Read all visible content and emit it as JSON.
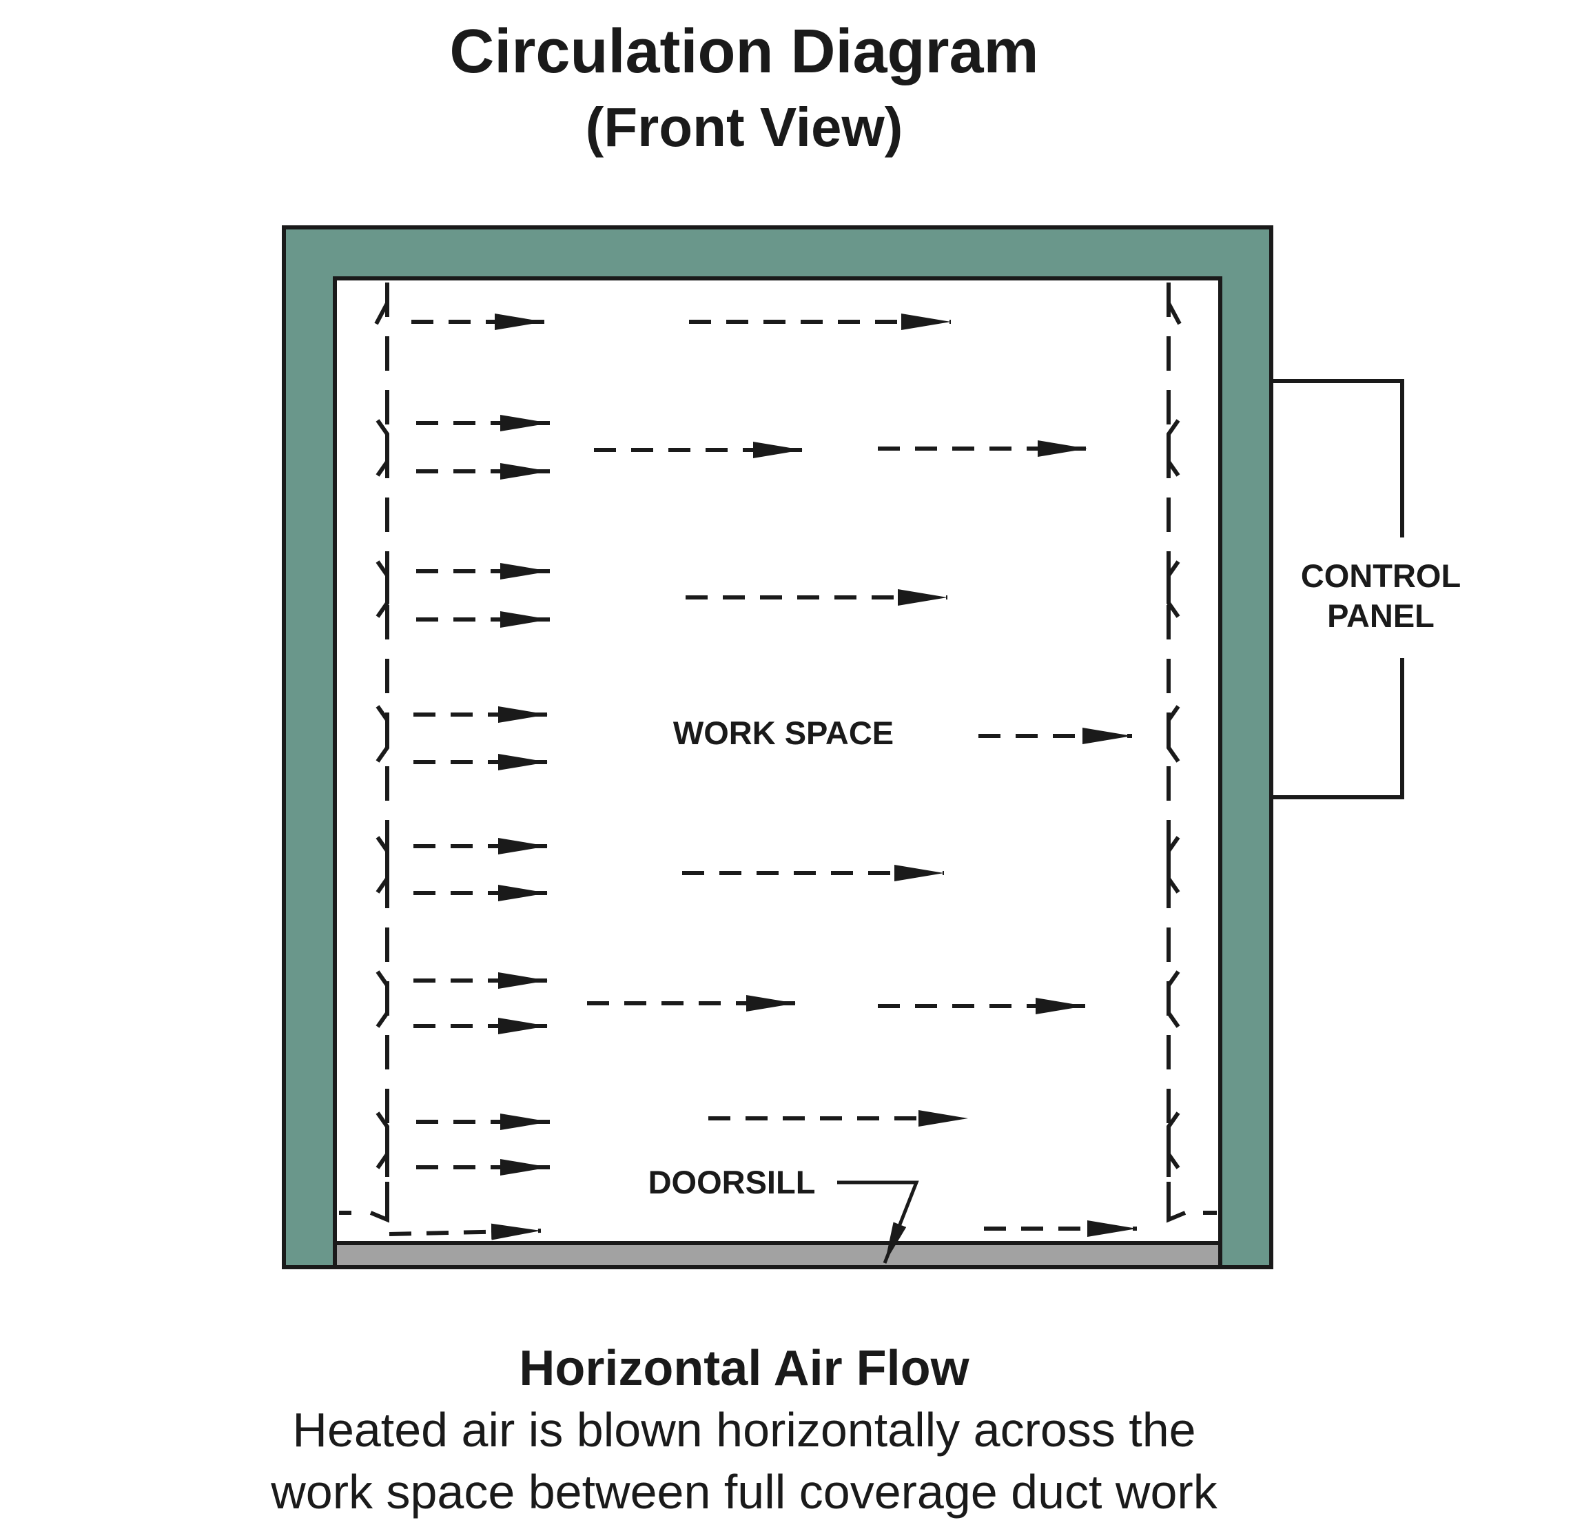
{
  "header": {
    "title": "Circulation Diagram",
    "subtitle": "(Front View)"
  },
  "labels": {
    "control_panel_line1": "CONTROL",
    "control_panel_line2": "PANEL",
    "work_space": "WORK SPACE",
    "doorsill": "DOORSILL"
  },
  "caption": {
    "heading": "Horizontal Air Flow",
    "line1": "Heated air is blown horizontally across the",
    "line2": "work space between full coverage duct work"
  },
  "colors": {
    "wall": "#6a978b",
    "outline": "#1a1a1a",
    "doorsill": "#a2a2a2",
    "interior": "#ffffff"
  }
}
